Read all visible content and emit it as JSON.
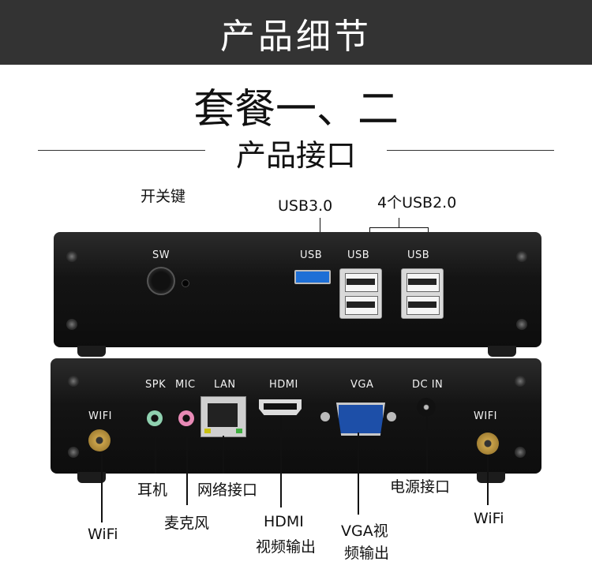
{
  "banner": {
    "title": "产品细节"
  },
  "heading": {
    "title": "套餐一、二",
    "subtitle": "产品接口"
  },
  "top_callouts": {
    "power_key": "开关键",
    "usb3": "USB3.0",
    "usb2": "4个USB2.0"
  },
  "front_panel": {
    "sw": "SW",
    "usb_left": "USB",
    "usb_mid": "USB",
    "usb_right": "USB"
  },
  "back_panel": {
    "spk": "SPK",
    "mic": "MIC",
    "lan": "LAN",
    "hdmi": "HDMI",
    "vga": "VGA",
    "dc_in": "DC IN",
    "wifi_left": "WIFI",
    "wifi_right": "WIFI"
  },
  "bottom_callouts": {
    "earphone": "耳机",
    "microphone": "麦克风",
    "network_port": "网络接口",
    "hdmi_title": "HDMI",
    "hdmi_desc": "视频输出",
    "vga_line1": "VGA视",
    "vga_line2": "频输出",
    "power_port": "电源接口",
    "wifi_left": "WiFi",
    "wifi_right": "WiFi"
  },
  "colors": {
    "banner": "#333333",
    "usb3_blue": "#1e6fd6",
    "vga_blue": "#1d4fa8",
    "mic_pink": "#e88ab6",
    "spk_green": "#8fd1b0"
  }
}
